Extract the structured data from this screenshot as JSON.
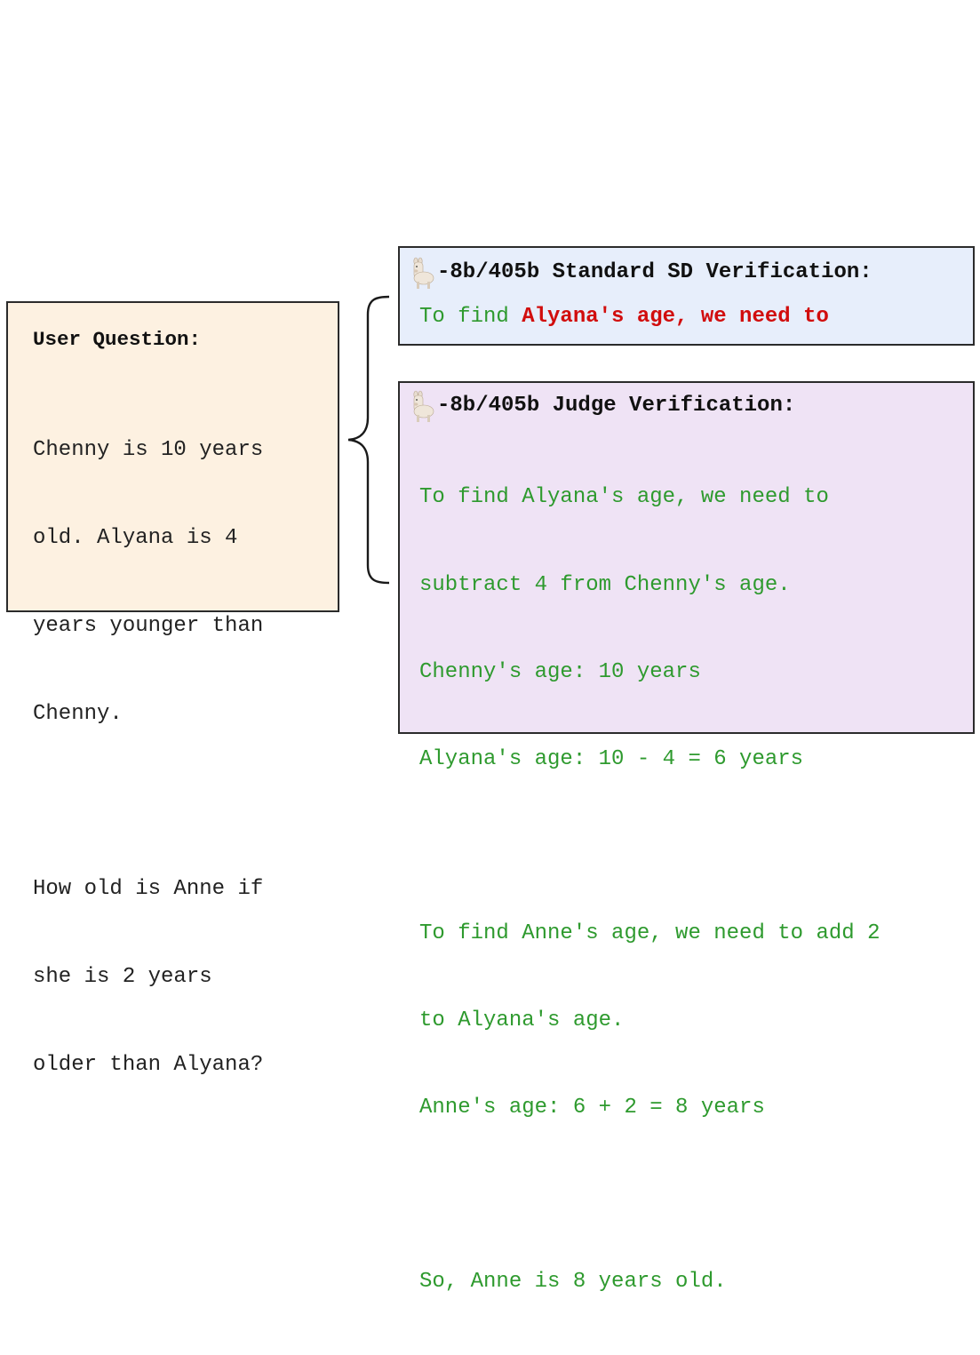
{
  "question": {
    "title": "User Question:",
    "paragraph1": [
      "Chenny is 10 years",
      "old. Alyana is 4",
      "years younger than",
      "Chenny."
    ],
    "paragraph2": [
      "How old is Anne if",
      "she is 2 years",
      "older than Alyana?"
    ]
  },
  "standard": {
    "title": "-8b/405b Standard SD Verification:",
    "prefix": "To find ",
    "highlight": "Alyana's age, we need to"
  },
  "judge": {
    "title": "-8b/405b Judge Verification:",
    "block1": [
      "To find Alyana's age, we need to",
      "subtract 4 from Chenny's age.",
      "Chenny's age: 10 years",
      "Alyana's age: 10 - 4 = 6 years"
    ],
    "block2": [
      "To find Anne's age, we need to add 2",
      "to Alyana's age.",
      "Anne's age: 6 + 2 = 8 years"
    ],
    "block3": [
      "So, Anne is 8 years old."
    ]
  },
  "colors": {
    "question_bg": "#fdf1e1",
    "standard_bg": "#e7eefb",
    "judge_bg": "#efe3f5",
    "accepted_text": "#2e9a2e",
    "rejected_text": "#d10d0d"
  },
  "icons": [
    "llama-icon"
  ]
}
